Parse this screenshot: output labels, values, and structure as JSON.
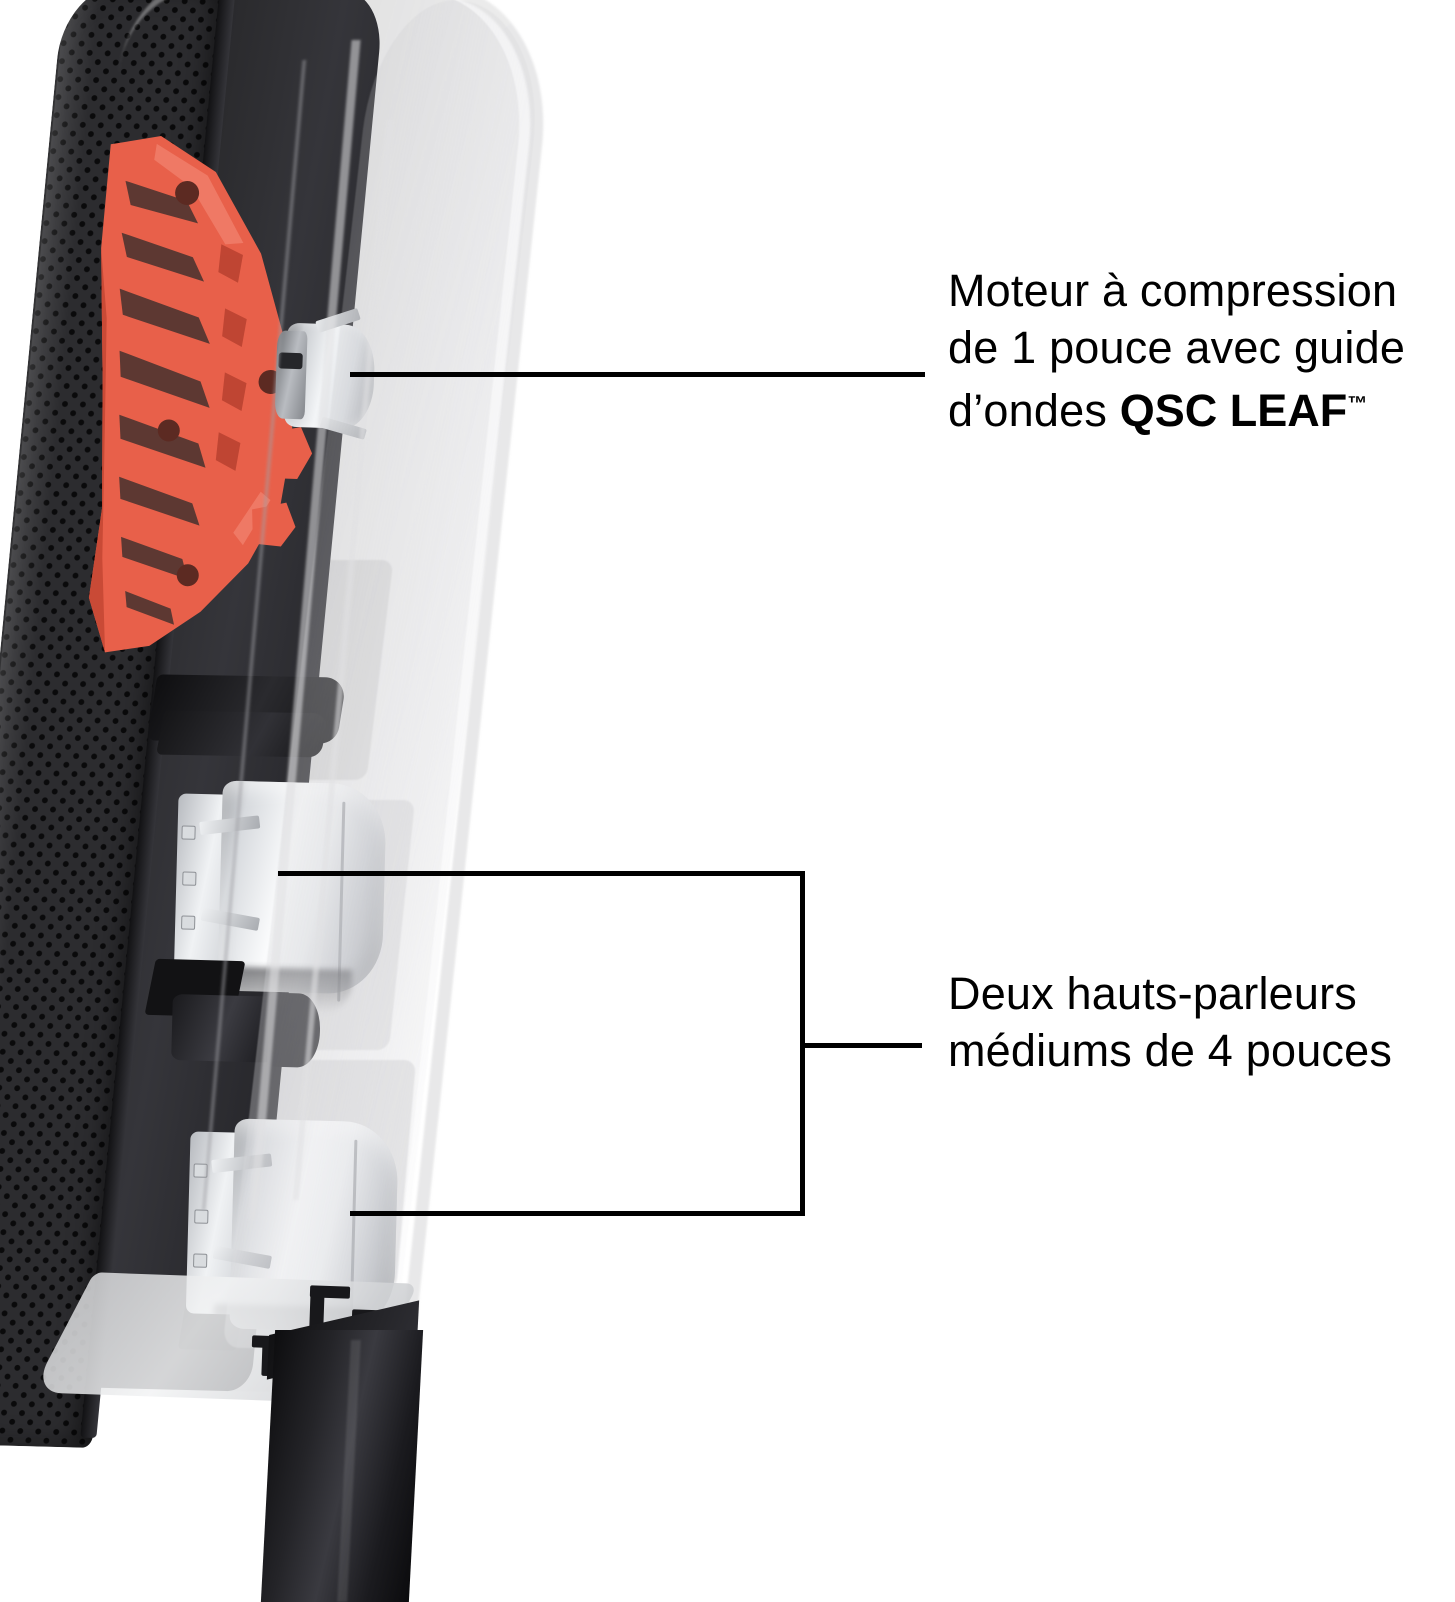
{
  "figure": {
    "type": "product-cutaway-diagram",
    "subject": "QSC loudspeaker cutaway",
    "background_color": "#ffffff"
  },
  "colors": {
    "waveguide_red": "#e8604a",
    "grille_black": "#2c2c2f",
    "driver_silver": "#eceef0",
    "leader_line": "#000000",
    "shell_translucent_gray": "#b0b0b2"
  },
  "callouts": [
    {
      "id": "compression-driver",
      "connector": "single-leader-line",
      "lines": [
        "Moteur à compression",
        "de 1 pouce avec guide",
        "d’ondes "
      ],
      "brand": "QSC LEAF",
      "trademark": "™"
    },
    {
      "id": "midrange-drivers",
      "connector": "bracket",
      "lines": [
        "Deux hauts-parleurs",
        "médiums de 4 pouces"
      ]
    }
  ],
  "components": [
    {
      "name": "perforated-grille",
      "label": "grille"
    },
    {
      "name": "waveguide-horn",
      "label": "QSC LEAF waveguide"
    },
    {
      "name": "compression-driver",
      "label": "1 inch compression driver"
    },
    {
      "name": "midrange-driver-upper",
      "label": "4 inch midrange driver"
    },
    {
      "name": "midrange-driver-lower",
      "label": "4 inch midrange driver"
    },
    {
      "name": "bass-port-tube",
      "label": "port tube"
    },
    {
      "name": "pole-mount",
      "label": "pole mount stand"
    },
    {
      "name": "enclosure-shell",
      "label": "translucent enclosure"
    }
  ]
}
